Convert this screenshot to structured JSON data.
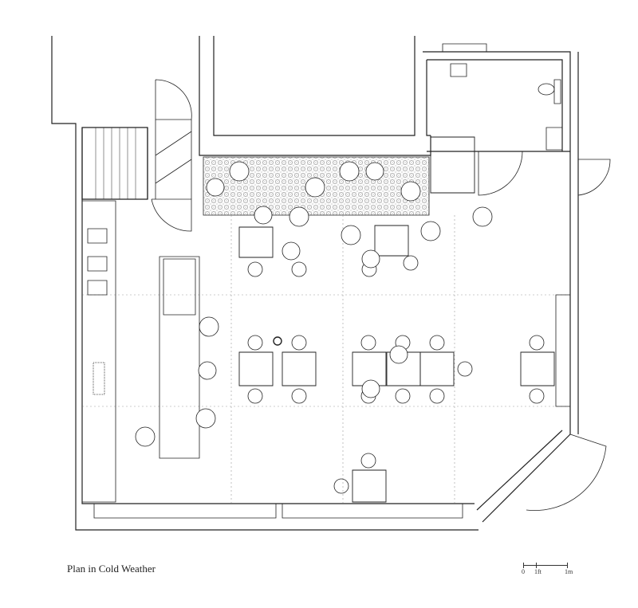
{
  "caption": "Plan in Cold Weather",
  "scale_bar": {
    "labels": [
      "0",
      "1ft",
      "1m"
    ]
  },
  "colors": {
    "line": "#222222",
    "grid": "#999999",
    "tile": "#bbbbbb"
  }
}
